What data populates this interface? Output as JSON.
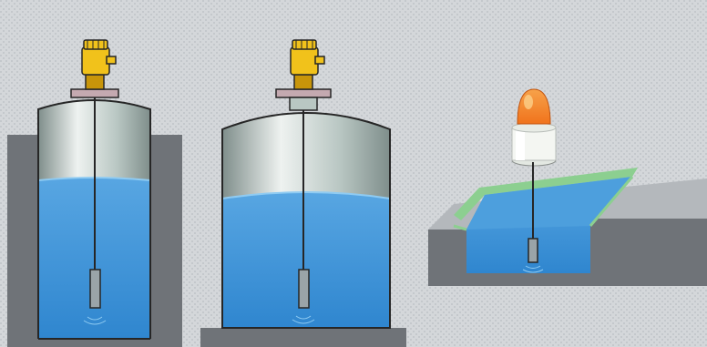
{
  "colors": {
    "background": "#d4d7da",
    "background_dither": "#c4c8cc",
    "ground_dark": "#6f7378",
    "ground_light": "#9ea3a8",
    "concrete_top": "#b4b8bc",
    "water": "#2f86cf",
    "water_light": "#58a6e2",
    "water_surface": "#8fcbf2",
    "tank_outline": "#262626",
    "gas_space_light": "#eef2f0",
    "gas_space_mid": "#b9c7c3",
    "gas_space_dark": "#7f8e8b",
    "sensor_housing": "#f1c21b",
    "sensor_housing_dark": "#c8950a",
    "flange": "#c4a9b0",
    "beacon_dome": "#f0731c",
    "beacon_dome_light": "#f7a24a",
    "beacon_base": "#f4f6f2",
    "channel_edge": "#8ccf90",
    "probe": "#9aa4a8"
  },
  "scene": {
    "items": [
      {
        "name": "tall-tank",
        "icon": "level-sensor-icon",
        "content": "water"
      },
      {
        "name": "wide-tank",
        "icon": "level-sensor-icon",
        "content": "water"
      },
      {
        "name": "open-channel",
        "icon": "warning-beacon-icon",
        "content": "water"
      }
    ]
  }
}
